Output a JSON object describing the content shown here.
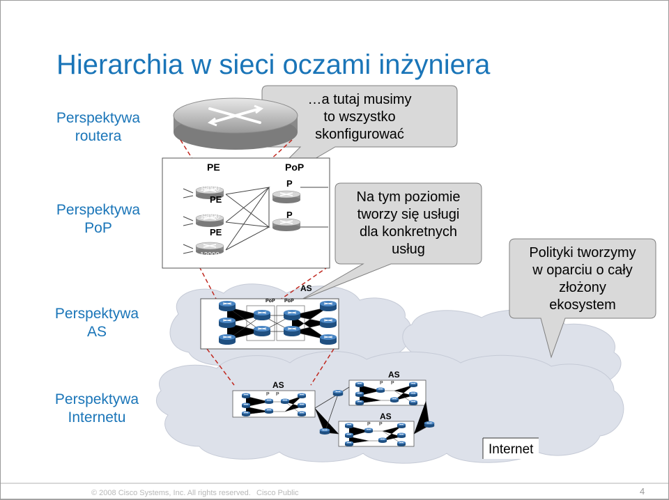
{
  "slide": {
    "title": "Hierarchia w sieci oczami inżyniera",
    "perspectives": {
      "router": [
        "Perspektywa",
        "routera"
      ],
      "pop": [
        "Perspektywa",
        "PoP"
      ],
      "as": [
        "Perspektywa",
        "AS"
      ],
      "internet": [
        "Perspektywa",
        "Internetu"
      ]
    },
    "callouts": {
      "configure": [
        "…a tutaj musimy",
        "to wszystko",
        "skonfigurować"
      ],
      "services": [
        "Na tym poziomie",
        "tworzy się usługi",
        "dla konkretnych",
        "usług"
      ],
      "policies": [
        "Polityki tworzymy",
        "w oparciu o cały",
        "złożony",
        "ekosystem"
      ]
    },
    "pop_box": {
      "pe_header": "PE",
      "pop_header": "PoP",
      "left_routers": [
        {
          "model": "12000",
          "role": "PE"
        },
        {
          "model": "12000",
          "role": "PE"
        },
        {
          "model": "12000",
          "role": ""
        }
      ],
      "right_routers": [
        {
          "role": "P",
          "model": "CRS1"
        },
        {
          "role": "P",
          "model": "CRS1"
        }
      ]
    },
    "as_label": "AS",
    "as_pop_labels": [
      "PoP",
      "PoP"
    ],
    "internet_as_labels": [
      "AS",
      "AS",
      "AS"
    ],
    "mini_p_label": "P",
    "internet_label": "Internet",
    "footer": {
      "copyright": "© 2008 Cisco Systems, Inc. All rights reserved.",
      "classification": "Cisco Public",
      "page_number": "4"
    },
    "colors": {
      "title": "#1a75b8",
      "callout_fill": "#d9d9d9",
      "cloud_fill": "#dde1ea",
      "connector": "#c0281f",
      "router_fill": "#2e6aa8"
    }
  }
}
